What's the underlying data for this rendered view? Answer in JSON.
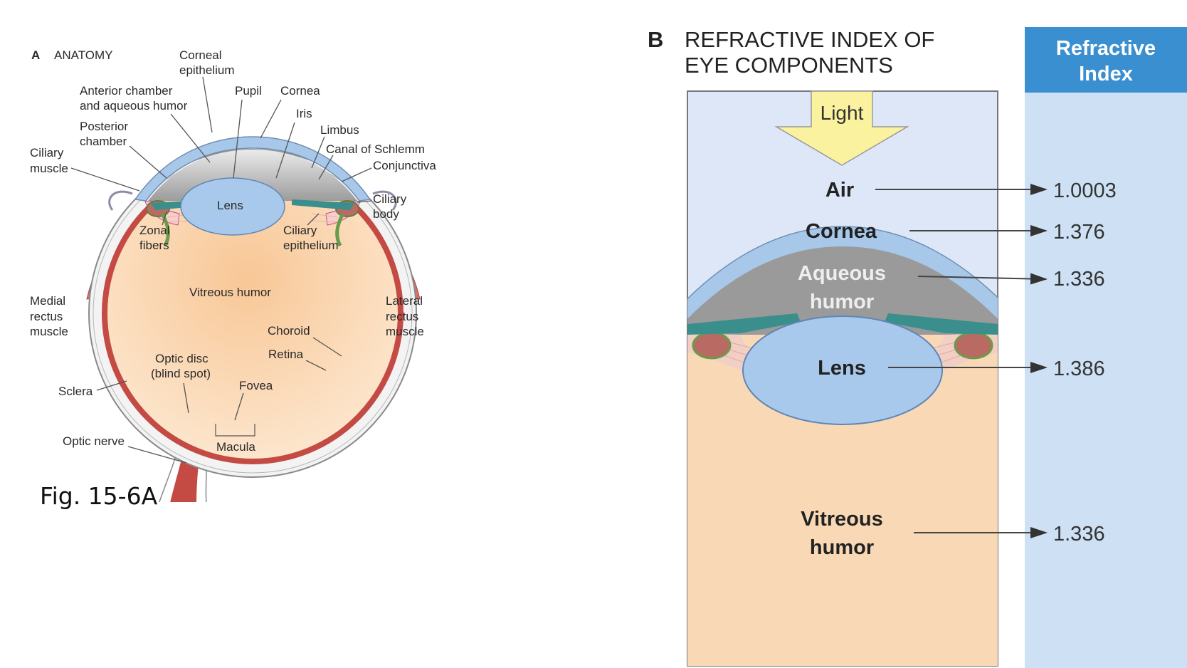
{
  "panel_a": {
    "letter": "A",
    "title": "ANATOMY",
    "figure_caption": "Fig. 15-6A",
    "labels": {
      "corneal_epithelium": [
        "Corneal",
        "epithelium"
      ],
      "anterior_chamber": [
        "Anterior chamber",
        "and aqueous humor"
      ],
      "pupil": "Pupil",
      "cornea": "Cornea",
      "iris": "Iris",
      "posterior_chamber": [
        "Posterior",
        "chamber"
      ],
      "limbus": "Limbus",
      "canal_of_schlemm": "Canal of Schlemm",
      "ciliary_muscle": [
        "Ciliary",
        "muscle"
      ],
      "conjunctiva": "Conjunctiva",
      "ciliary_body": [
        "Ciliary",
        "body"
      ],
      "lens": "Lens",
      "zonal_fibers": [
        "Zonal",
        "fibers"
      ],
      "ciliary_epithelium": [
        "Ciliary",
        "epithelium"
      ],
      "vitreous_humor": "Vitreous humor",
      "medial_rectus": [
        "Medial",
        "rectus",
        "muscle"
      ],
      "lateral_rectus": [
        "Lateral",
        "rectus",
        "muscle"
      ],
      "choroid": "Choroid",
      "retina": "Retina",
      "optic_disc": [
        "Optic disc",
        "(blind spot)"
      ],
      "fovea": "Fovea",
      "sclera": "Sclera",
      "optic_nerve": "Optic nerve",
      "macula": "Macula"
    }
  },
  "panel_b": {
    "letter": "B",
    "title_lines": [
      "REFRACTIVE INDEX OF",
      "EYE COMPONENTS"
    ],
    "column_header": [
      "Refractive",
      "Index"
    ],
    "light_label": "Light",
    "components": [
      {
        "name_lines": [
          "Air"
        ],
        "index": "1.0003"
      },
      {
        "name_lines": [
          "Cornea"
        ],
        "index": "1.376"
      },
      {
        "name_lines": [
          "Aqueous",
          "humor"
        ],
        "index": "1.336"
      },
      {
        "name_lines": [
          "Lens"
        ],
        "index": "1.386"
      },
      {
        "name_lines": [
          "Vitreous",
          "humor"
        ],
        "index": "1.336"
      }
    ]
  },
  "colors": {
    "vitreous": "#f9d9b5",
    "choroid_red": "#c44a44",
    "cornea_blue": "#a8c8ea",
    "lens_blue": "#a9c9ec",
    "aqueous_gray": "#9a9a9a",
    "iris_teal": "#3a8f8c",
    "muscle_red": "#d9726b",
    "panel_b_air": "#dde7f7",
    "index_column": "#cde0f4",
    "index_header": "#3a8fd0",
    "light_arrow": "#fbf2a0"
  }
}
